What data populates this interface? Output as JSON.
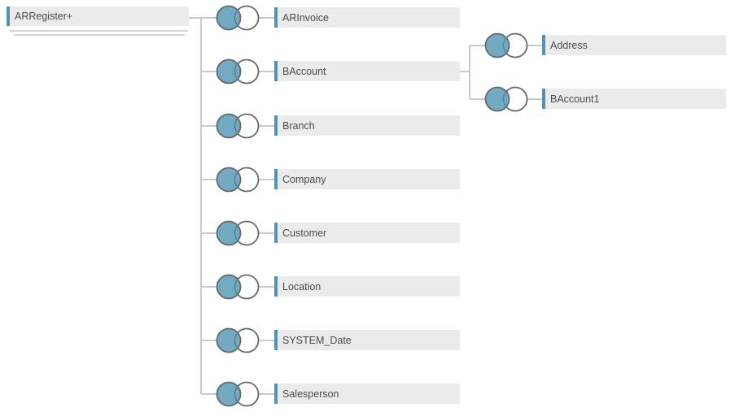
{
  "app": {
    "view_name": "data-source-join-diagram"
  },
  "root": {
    "label": "ARRegister+",
    "type": "union-table"
  },
  "joins": [
    {
      "label": "ARInvoice",
      "join_type": "left"
    },
    {
      "label": "BAccount",
      "join_type": "left",
      "children": [
        {
          "label": "Address",
          "join_type": "left"
        },
        {
          "label": "BAccount1",
          "join_type": "left"
        }
      ]
    },
    {
      "label": "Branch",
      "join_type": "left"
    },
    {
      "label": "Company",
      "join_type": "left"
    },
    {
      "label": "Customer",
      "join_type": "left"
    },
    {
      "label": "Location",
      "join_type": "left"
    },
    {
      "label": "SYSTEM_Date",
      "join_type": "left"
    },
    {
      "label": "Salesperson",
      "join_type": "left"
    }
  ],
  "icons": {
    "join_icon_name": "left-join-venn-icon"
  },
  "colors": {
    "accent_blue": "#4f93ba",
    "venn_fill_blue": "#74a9c2",
    "venn_lens_arc_blue": "#4f87a0",
    "circle_stroke": "#60696d",
    "box_fill": "#ebebeb",
    "connector_gray": "#c9c9c9",
    "sheet_line_gray": "#d4d4d4",
    "text_gray": "#4a4a4a"
  }
}
